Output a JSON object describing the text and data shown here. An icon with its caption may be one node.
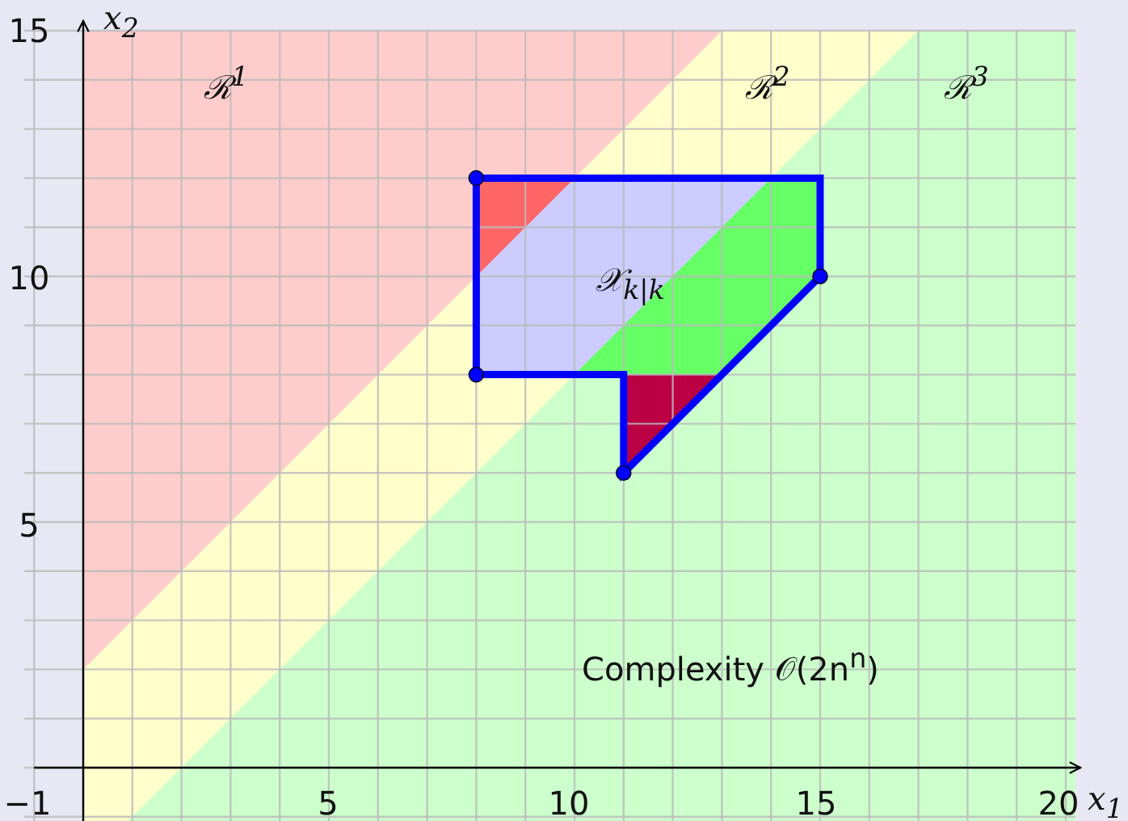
{
  "diagram": {
    "labels": [
      "15",
      "x$_{2}$",
      "ℛ$^{1}$",
      "ℛ$^{2}$",
      "ℛ$^{3}$",
      "10",
      "𝒳$_{k|k}$",
      "5",
      "Complexity 𝒪(2n$^{n}$)",
      "−1",
      "5",
      "10",
      "15",
      "20",
      "x$_{1}$"
    ]
  }
}
